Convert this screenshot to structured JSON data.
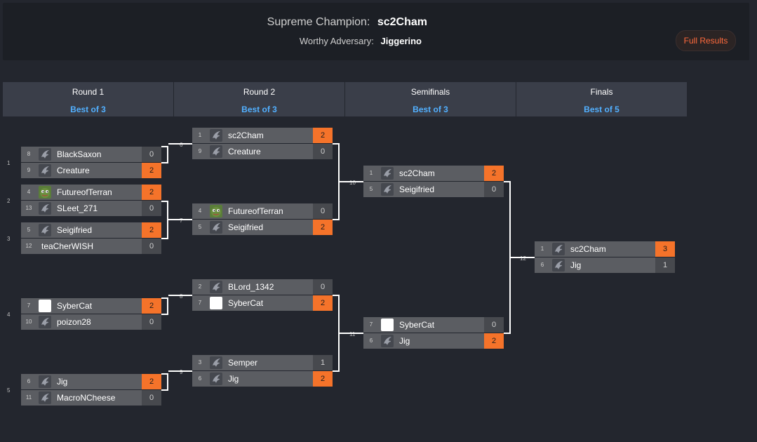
{
  "header": {
    "champion_label": "Supreme Champion:",
    "champion": "sc2Cham",
    "adversary_label": "Worthy Adversary:",
    "adversary": "Jiggerino",
    "full_results_label": "Full Results"
  },
  "rounds": [
    {
      "name": "Round 1",
      "best_of": "Best of 3"
    },
    {
      "name": "Round 2",
      "best_of": "Best of 3"
    },
    {
      "name": "Semifinals",
      "best_of": "Best of 3"
    },
    {
      "name": "Finals",
      "best_of": "Best of 5"
    }
  ],
  "matches": [
    {
      "num": "1",
      "players": [
        {
          "seed": "8",
          "name": "BlackSaxon",
          "score": "0",
          "icon": "sc2-logo-icon",
          "win": false
        },
        {
          "seed": "9",
          "name": "Creature",
          "score": "2",
          "icon": "sc2-logo-icon",
          "win": true
        }
      ]
    },
    {
      "num": "2",
      "players": [
        {
          "seed": "4",
          "name": "FutureofTerran",
          "score": "2",
          "icon": "pepe-avatar-icon",
          "win": true
        },
        {
          "seed": "13",
          "name": "SLeet_271",
          "score": "0",
          "icon": "sc2-logo-icon",
          "win": false
        }
      ]
    },
    {
      "num": "3",
      "players": [
        {
          "seed": "5",
          "name": "Seigifried",
          "score": "2",
          "icon": "sc2-logo-icon",
          "win": true
        },
        {
          "seed": "12",
          "name": "teaCherWISH",
          "score": "0",
          "icon": "",
          "win": false
        }
      ]
    },
    {
      "num": "4",
      "players": [
        {
          "seed": "7",
          "name": "SyberCat",
          "score": "2",
          "icon": "white-avatar-icon",
          "win": true
        },
        {
          "seed": "10",
          "name": "poizon28",
          "score": "0",
          "icon": "sc2-logo-icon",
          "win": false
        }
      ]
    },
    {
      "num": "5",
      "players": [
        {
          "seed": "6",
          "name": "Jig",
          "score": "2",
          "icon": "sc2-logo-icon",
          "win": true
        },
        {
          "seed": "11",
          "name": "MacroNCheese",
          "score": "0",
          "icon": "sc2-logo-icon",
          "win": false
        }
      ]
    },
    {
      "num": "6",
      "players": [
        {
          "seed": "1",
          "name": "sc2Cham",
          "score": "2",
          "icon": "sc2-logo-icon",
          "win": true
        },
        {
          "seed": "9",
          "name": "Creature",
          "score": "0",
          "icon": "sc2-logo-icon",
          "win": false
        }
      ]
    },
    {
      "num": "7",
      "players": [
        {
          "seed": "4",
          "name": "FutureofTerran",
          "score": "0",
          "icon": "pepe-avatar-icon",
          "win": false
        },
        {
          "seed": "5",
          "name": "Seigifried",
          "score": "2",
          "icon": "sc2-logo-icon",
          "win": true
        }
      ]
    },
    {
      "num": "8",
      "players": [
        {
          "seed": "2",
          "name": "BLord_1342",
          "score": "0",
          "icon": "sc2-logo-icon",
          "win": false
        },
        {
          "seed": "7",
          "name": "SyberCat",
          "score": "2",
          "icon": "white-avatar-icon",
          "win": true
        }
      ]
    },
    {
      "num": "9",
      "players": [
        {
          "seed": "3",
          "name": "Semper",
          "score": "1",
          "icon": "sc2-logo-icon",
          "win": false
        },
        {
          "seed": "6",
          "name": "Jig",
          "score": "2",
          "icon": "sc2-logo-icon",
          "win": true
        }
      ]
    },
    {
      "num": "10",
      "players": [
        {
          "seed": "1",
          "name": "sc2Cham",
          "score": "2",
          "icon": "sc2-logo-icon",
          "win": true
        },
        {
          "seed": "5",
          "name": "Seigifried",
          "score": "0",
          "icon": "sc2-logo-icon",
          "win": false
        }
      ]
    },
    {
      "num": "11",
      "players": [
        {
          "seed": "7",
          "name": "SyberCat",
          "score": "0",
          "icon": "white-avatar-icon",
          "win": false
        },
        {
          "seed": "6",
          "name": "Jig",
          "score": "2",
          "icon": "sc2-logo-icon",
          "win": true
        }
      ]
    },
    {
      "num": "12",
      "players": [
        {
          "seed": "1",
          "name": "sc2Cham",
          "score": "3",
          "icon": "sc2-logo-icon",
          "win": true
        },
        {
          "seed": "6",
          "name": "Jig",
          "score": "1",
          "icon": "sc2-logo-icon",
          "win": false
        }
      ]
    }
  ],
  "colors": {
    "background": "#23262e",
    "header_bg": "#1c1f25",
    "round_header_bg": "#3a3e49",
    "best_of_blue": "#52b0ff",
    "win_orange": "#f5732a",
    "slot_bg": "#5b5d62",
    "full_results_text": "#ff6a3c"
  }
}
